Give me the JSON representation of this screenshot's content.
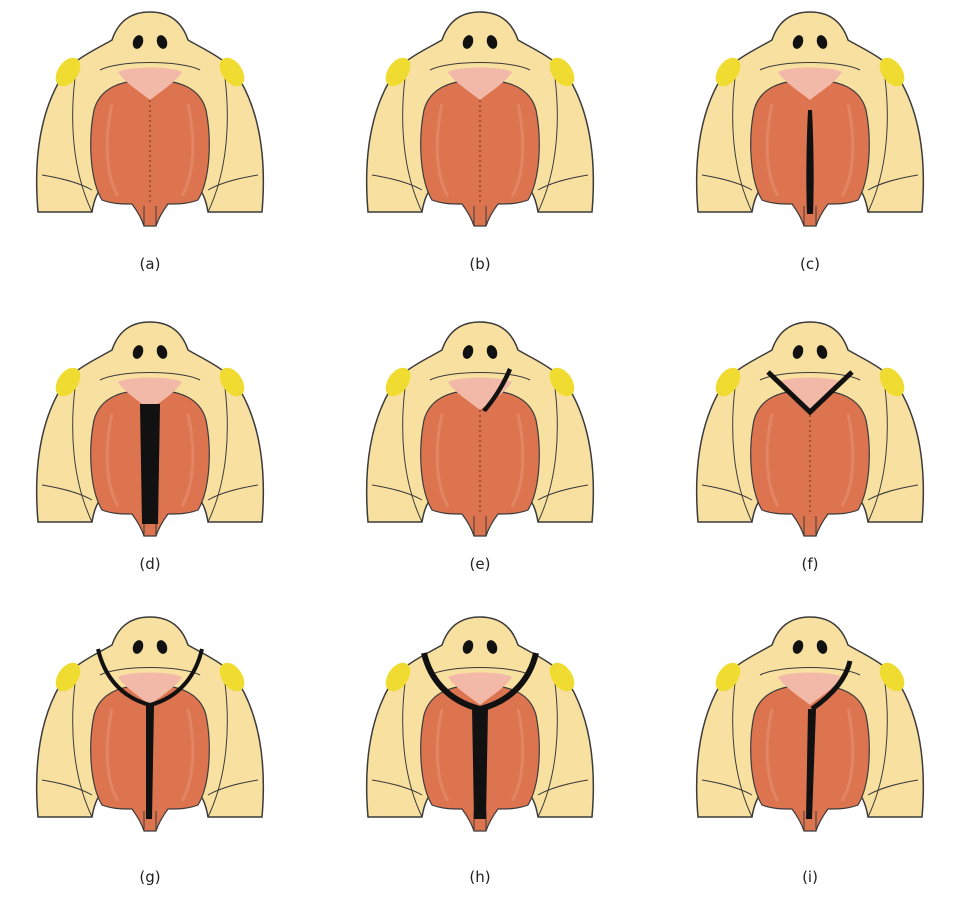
{
  "colors": {
    "face": "#f8e0a0",
    "outline": "#3b3b3b",
    "cheek": "#f0dc30",
    "premaxilla": "#f2b8a8",
    "palate": "#dd7450",
    "palate_inner": "#e48a66",
    "cleft": "#111111",
    "background": "#ffffff"
  },
  "panels": [
    {
      "label": "(a)",
      "cleft_type": "none"
    },
    {
      "label": "(b)",
      "cleft_type": "submucous"
    },
    {
      "label": "(c)",
      "cleft_type": "soft-palate"
    },
    {
      "label": "(d)",
      "cleft_type": "hard-and-soft-palate"
    },
    {
      "label": "(e)",
      "cleft_type": "unilateral-primary-palate"
    },
    {
      "label": "(f)",
      "cleft_type": "bilateral-primary-palate"
    },
    {
      "label": "(g)",
      "cleft_type": "bilateral-complete-narrow"
    },
    {
      "label": "(h)",
      "cleft_type": "bilateral-complete-wide"
    },
    {
      "label": "(i)",
      "cleft_type": "unilateral-complete"
    }
  ]
}
